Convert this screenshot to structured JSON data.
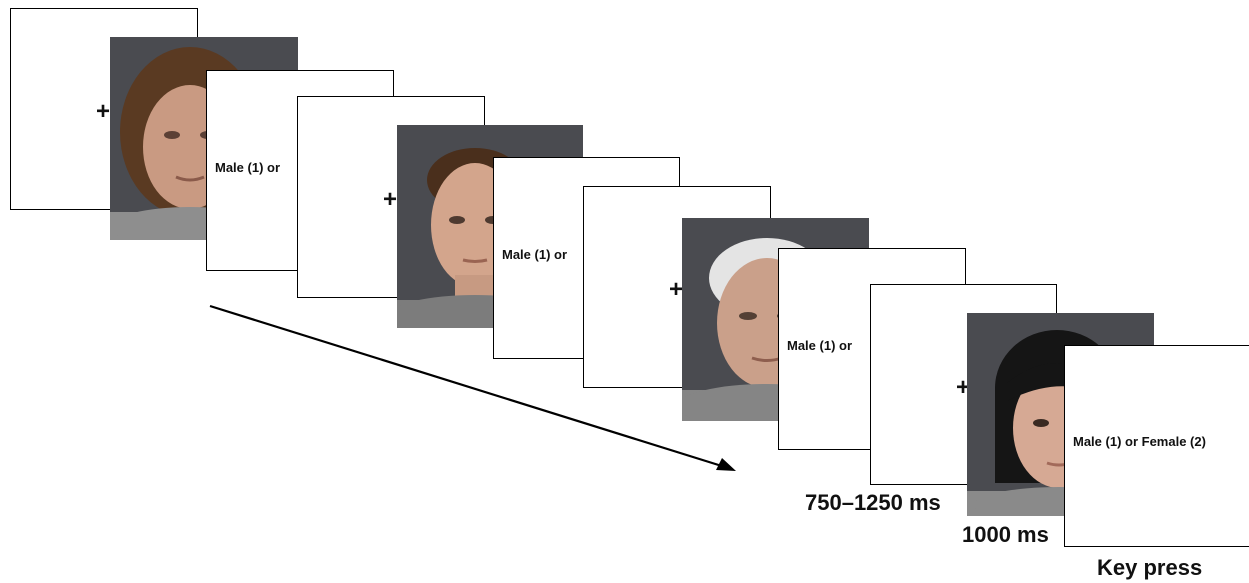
{
  "trials": [
    {
      "fixation": "+",
      "prompt": "Male (1) or",
      "face": {
        "descriptor": "elderly-woman-face",
        "hair_color": "#5a3a22",
        "skin_color": "#c99a82",
        "shirt_color": "#8e8e8e"
      }
    },
    {
      "fixation": "+",
      "prompt": "Male (1) or",
      "face": {
        "descriptor": "young-man-face",
        "hair_color": "#4a2f1c",
        "skin_color": "#d3a58c",
        "shirt_color": "#7c7c7c"
      }
    },
    {
      "fixation": "+",
      "prompt": "Male (1) or",
      "face": {
        "descriptor": "elderly-man-face",
        "hair_color": "#e4e4e4",
        "skin_color": "#caa08a",
        "shirt_color": "#858585"
      }
    },
    {
      "fixation": "+",
      "prompt": "Male (1) or Female (2)",
      "face": {
        "descriptor": "young-woman-face",
        "hair_color": "#151515",
        "skin_color": "#d6a994",
        "shirt_color": "#8a8a8a"
      }
    }
  ],
  "timings": {
    "fixation_duration": "750–1250 ms",
    "face_duration": "1000 ms",
    "response": "Key press"
  },
  "colors": {
    "frame_border": "#000000",
    "background": "#ffffff",
    "photo_background": "#4a4b50"
  }
}
